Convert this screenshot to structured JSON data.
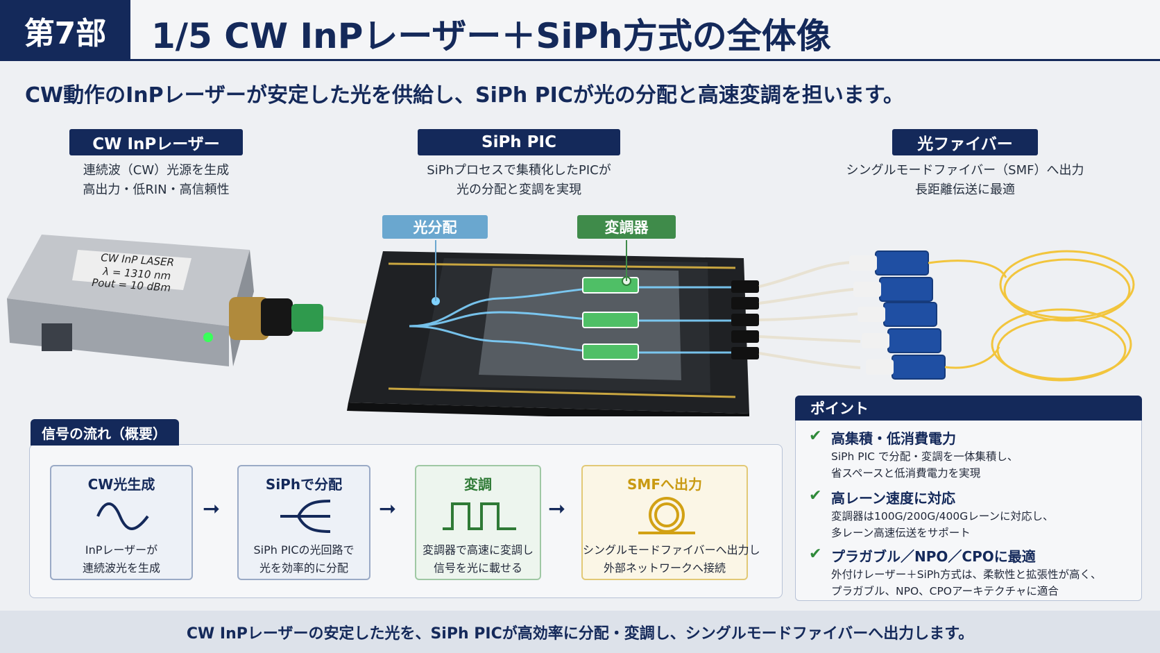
{
  "header": {
    "part": "第7部",
    "title": "1/5 CW InPレーザー＋SiPh方式の全体像"
  },
  "lead": "CW動作のInPレーザーが安定した光を供給し、SiPh PICが光の分配と高速変調を担います。",
  "panels": [
    {
      "label": "CW InPレーザー",
      "lines": [
        "連続波（CW）光源を生成",
        "高出力・低RIN・高信頼性"
      ]
    },
    {
      "label": "SiPh PIC",
      "lines": [
        "SiPhプロセスで集積化したPICが",
        "光の分配と変調を実現"
      ]
    },
    {
      "label": "光ファイバー",
      "lines": [
        "シングルモードファイバー（SMF）へ出力",
        "長距離伝送に最適"
      ]
    }
  ],
  "tags": {
    "split": "光分配",
    "modulator": "変調器"
  },
  "laser_label": {
    "l1": "CW InP LASER",
    "l2": "λ = 1310 nm",
    "l3": "Pout = 10 dBm"
  },
  "flow": {
    "title": "信号の流れ（概要）",
    "steps": [
      {
        "title": "CW光生成",
        "icon": "sine-wave-icon",
        "lines": [
          "InPレーザーが",
          "連続波光を生成"
        ],
        "color": "#14295a"
      },
      {
        "title": "SiPhで分配",
        "icon": "splitter-icon",
        "lines": [
          "SiPh PICの光回路で",
          "光を効率的に分配"
        ],
        "color": "#14295a"
      },
      {
        "title": "変調",
        "icon": "square-wave-icon",
        "lines": [
          "変調器で高速に変調し",
          "信号を光に載せる"
        ],
        "color": "#2f7a36"
      },
      {
        "title": "SMFへ出力",
        "icon": "fiber-coil-icon",
        "lines": [
          "シングルモードファイバーへ出力し",
          "外部ネットワークへ接続"
        ],
        "color": "#c99a12"
      }
    ],
    "arrow": "➞"
  },
  "points": {
    "title": "ポイント",
    "check": "✔",
    "items": [
      {
        "heading": "高集積・低消費電力",
        "lines": [
          "SiPh PIC で分配・変調を一体集積し、",
          "省スペースと低消費電力を実現"
        ]
      },
      {
        "heading": "高レーン速度に対応",
        "lines": [
          "変調器は100G/200G/400Gレーンに対応し、",
          "多レーン高速伝送をサポート"
        ]
      },
      {
        "heading": "プラガブル／NPO／CPOに最適",
        "lines": [
          "外付けレーザー＋SiPh方式は、柔軟性と拡張性が高く、",
          "プラガブル、NPO、CPOアーキテクチャに適合"
        ]
      }
    ]
  },
  "footer": "CW InPレーザーの安定した光を、SiPh PICが高効率に分配・変調し、シングルモードファイバーへ出力します。",
  "colors": {
    "navy": "#14295a",
    "split_tag": "#6aa7cf",
    "mod_tag": "#3f8b4a",
    "green_step": "#2f7a36",
    "gold_step": "#c99a12"
  }
}
